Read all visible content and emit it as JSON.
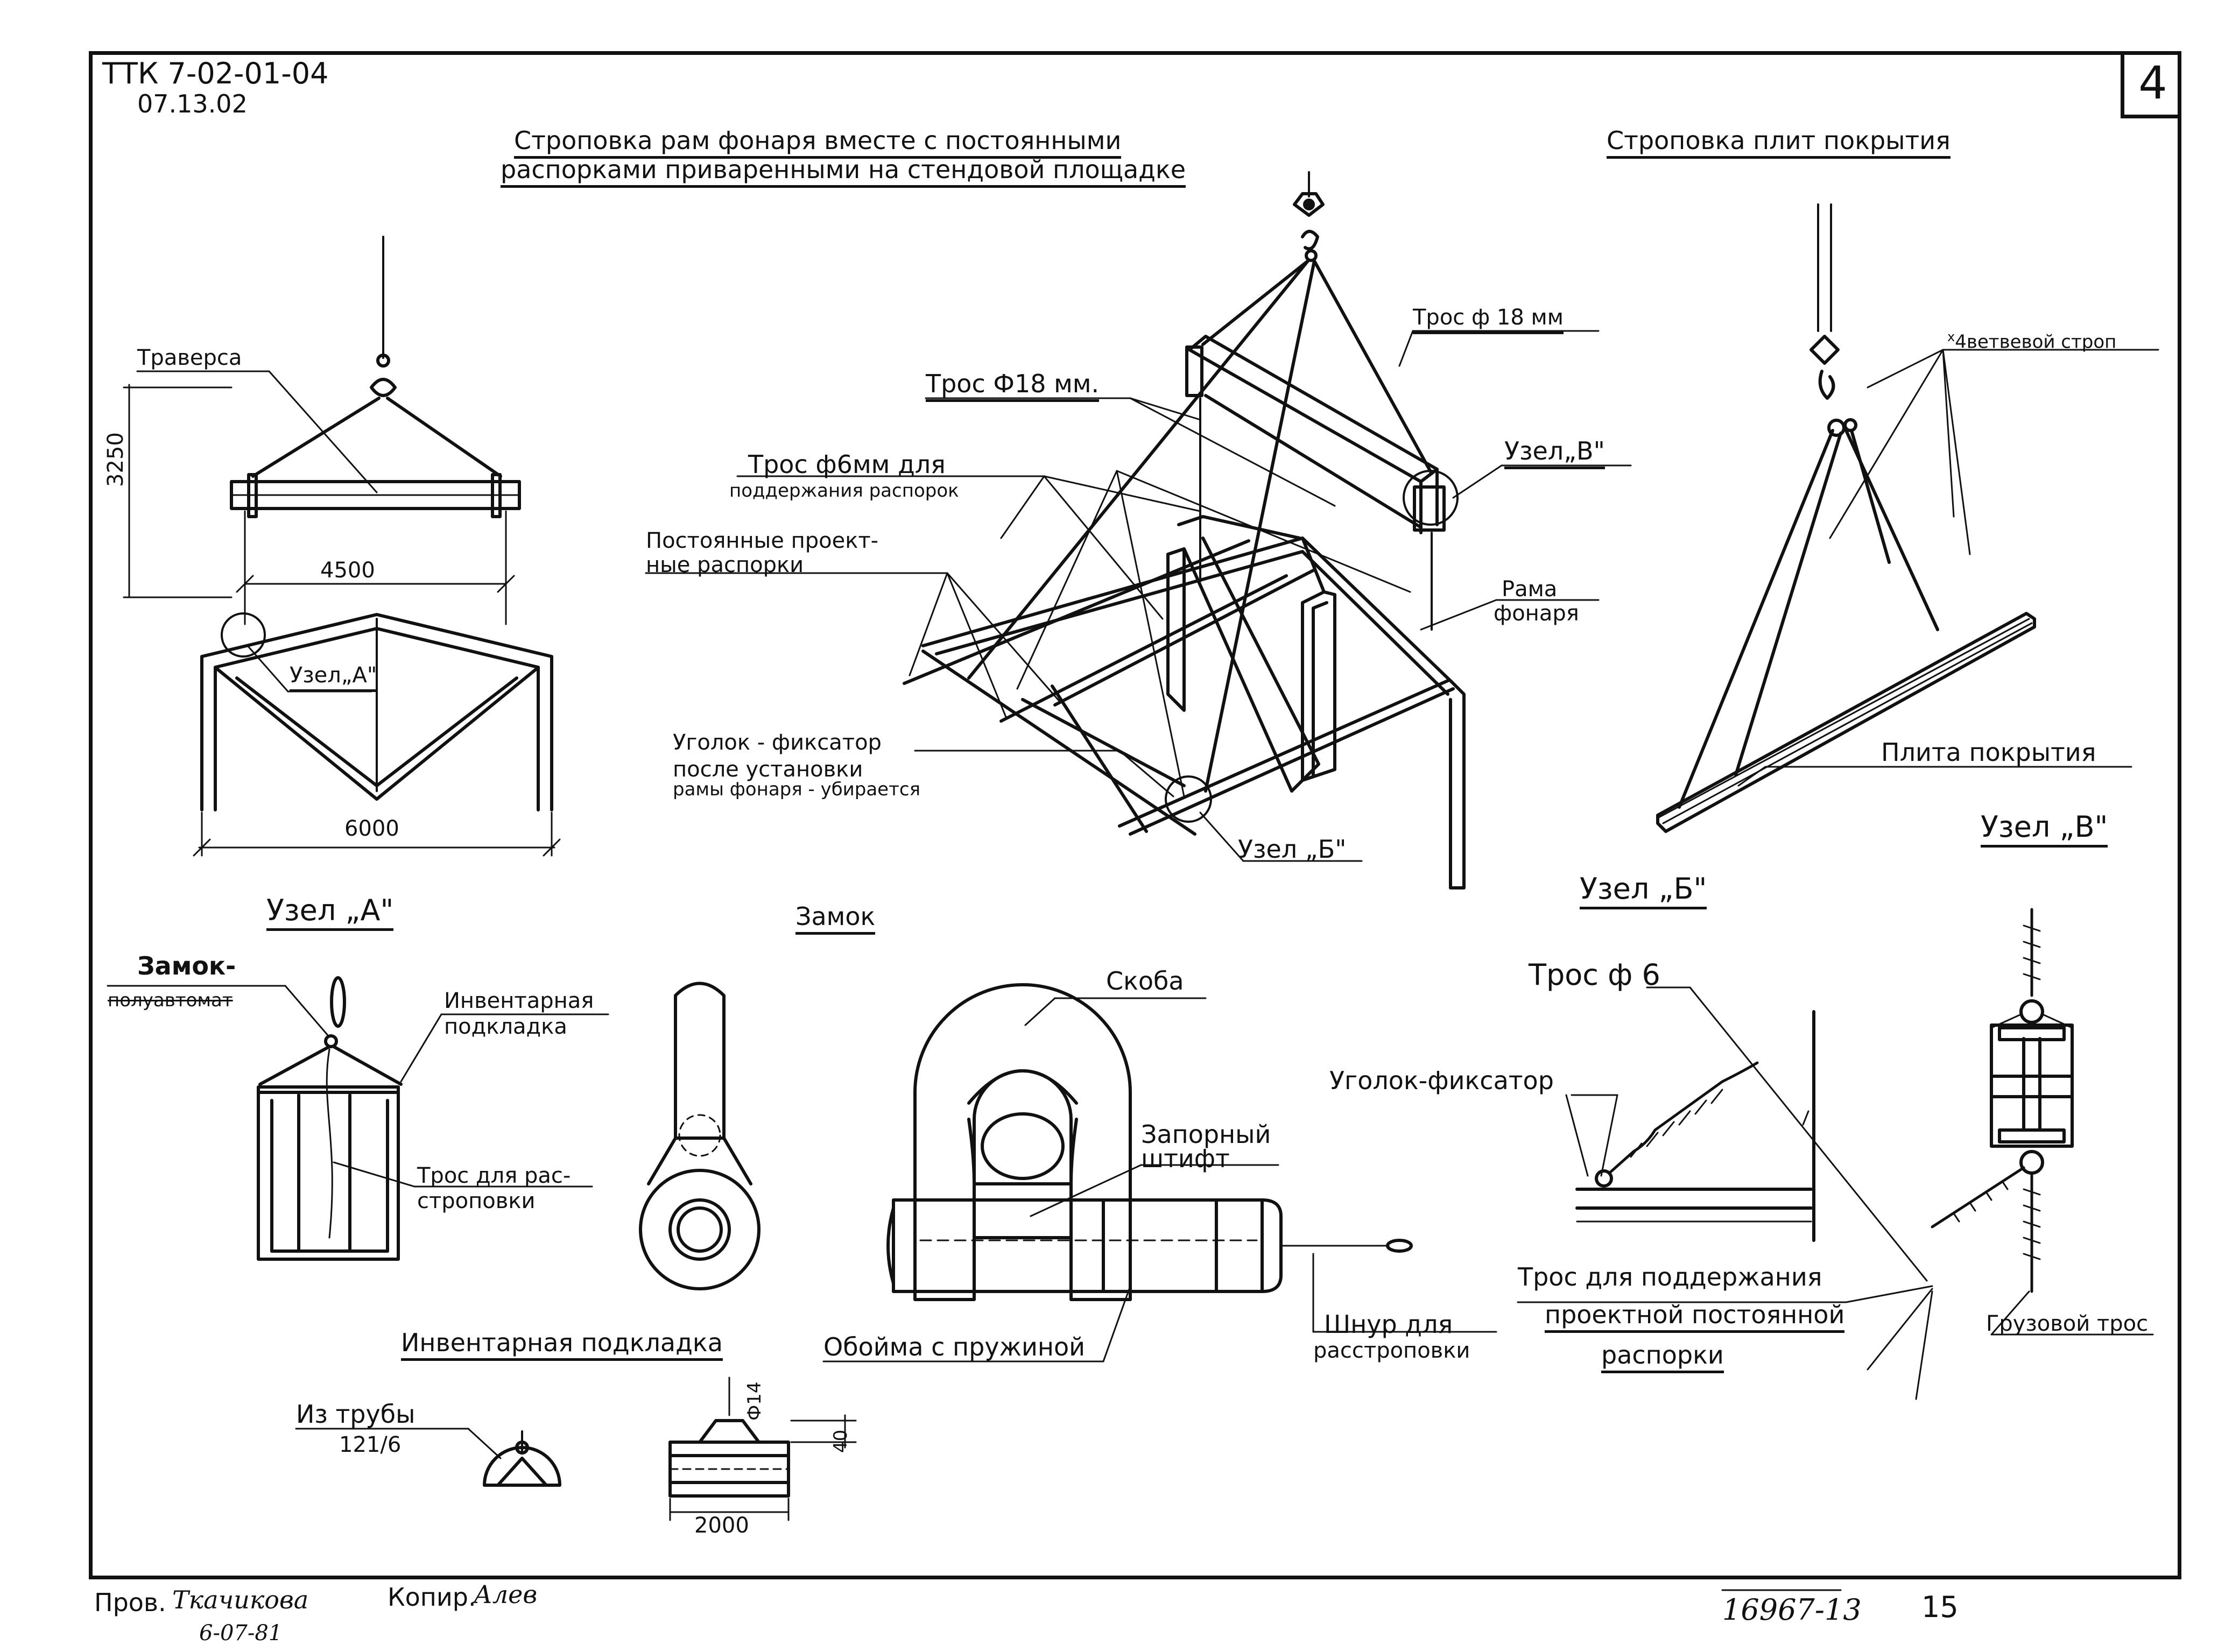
{
  "header": {
    "doc_code": "ТТК 7-02-01-04",
    "doc_date": "07.13.02",
    "sheet_number": "4"
  },
  "sections": {
    "lantern_title_line1": "Строповка рам фонаря вместе с постоянными",
    "lantern_title_line2": "распорками приваренными на стендовой площадке",
    "slab_title": "Строповка плит покрытия",
    "node_a_title": "Узел „А\"",
    "lock_title": "Замок",
    "node_b_title": "Узел „Б\"",
    "node_v_title": "Узел „В\"",
    "pad_title": "Инвентарная подкладка"
  },
  "traverse_view": {
    "traverse_label": "Траверса",
    "dim_height": "3250",
    "dim_span_top": "4500",
    "dim_span_bottom": "6000",
    "node_label": "Узел„А\""
  },
  "lantern_view": {
    "rope18_a": "Трос Ф18 мм.",
    "rope18_b": "Трос ф 18 мм",
    "rope6_line1": "Трос ф6мм для",
    "rope6_line2": "поддержания распорок",
    "struts_line1": "Постоянные проект-",
    "struts_line2": "ные распорки",
    "node_v": "Узел„В\"",
    "frame_line1": "Рама",
    "frame_line2": "фонаря",
    "angle_line1": "Уголок - фиксатор",
    "angle_line2": "после установки",
    "angle_line3": "рамы фонаря - убирается",
    "node_b": "Узел „Б\""
  },
  "slab_view": {
    "sling_label": "4ветвевой строп",
    "sling_superscript": "х",
    "slab_label": "Плита покрытия"
  },
  "node_a": {
    "lock_line1": "Замок-",
    "lock_line2": "полуавтомат",
    "pad_line1": "Инвентарная",
    "pad_line2": "подкладка",
    "rope_line1": "Трос для рас-",
    "rope_line2": "строповки"
  },
  "lock_view": {
    "shackle": "Скоба",
    "pin_line1": "Запорный",
    "pin_line2": "штифт",
    "cage": "Обойма с пружиной",
    "cord_line1": "Шнур для",
    "cord_line2": "расстроповки"
  },
  "node_b_view": {
    "rope6": "Трос ф 6",
    "angle": "Уголок-фиксатор",
    "support_line1": "Трос для поддержания",
    "support_line2": "проектной постоянной",
    "support_line3": "распорки"
  },
  "node_v_view": {
    "cargo_rope": "Грузовой трос"
  },
  "pad_view": {
    "pipe_line1": "Из трубы",
    "pipe_line2": "121/6",
    "dim_length": "2000",
    "dim_height": "40",
    "dim_small": "Ф14"
  },
  "footer": {
    "checked": "Пров.",
    "checked_signature": "Ткачикова",
    "checked_date": "6-07-81",
    "copied": "Копир.",
    "copied_signature": "Алев",
    "album_number": "16967-13",
    "page_number": "15"
  }
}
